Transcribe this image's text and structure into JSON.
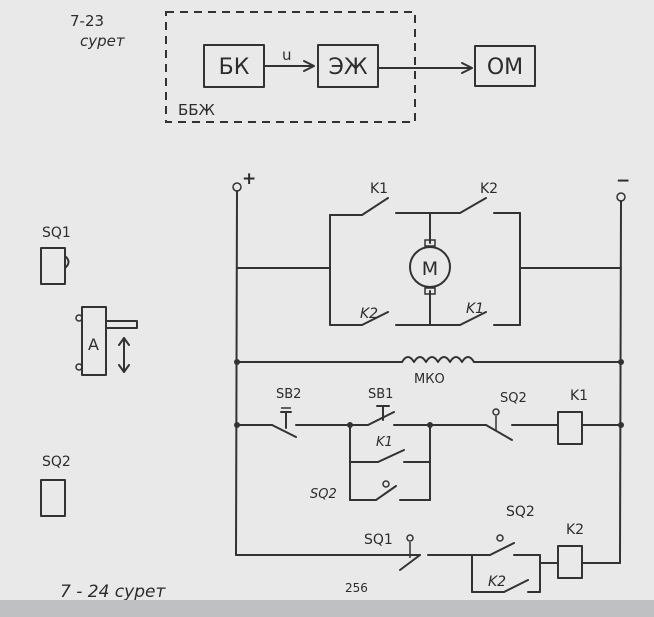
{
  "fig_7_23": {
    "number": "7-23",
    "caption": "сурет",
    "blocks": {
      "bk": "БК",
      "ezh": "ЭЖ",
      "om": "ОМ"
    },
    "signal": "u",
    "group_label": "ББЖ"
  },
  "fig_7_24": {
    "caption": "7 - 24 сурет",
    "page_number": "256",
    "terminals": {
      "plus": "+",
      "minus": "−"
    },
    "motor": "M",
    "coil": "МКО",
    "components": {
      "k1_top": "K1",
      "k2_top": "K2",
      "k2_bottom": "K2",
      "k1_bottom": "K1",
      "sb2": "SB2",
      "sb1": "SB1",
      "sq2_row3": "SQ2",
      "k1_coil": "K1",
      "k1_hold": "K1",
      "sq2_hold": "SQ2",
      "sq1_row4": "SQ1",
      "sq2_row4": "SQ2",
      "k2_contact": "K2",
      "k2_coil": "K2"
    },
    "side": {
      "sq1": "SQ1",
      "a": "A",
      "sq2": "SQ2"
    }
  }
}
